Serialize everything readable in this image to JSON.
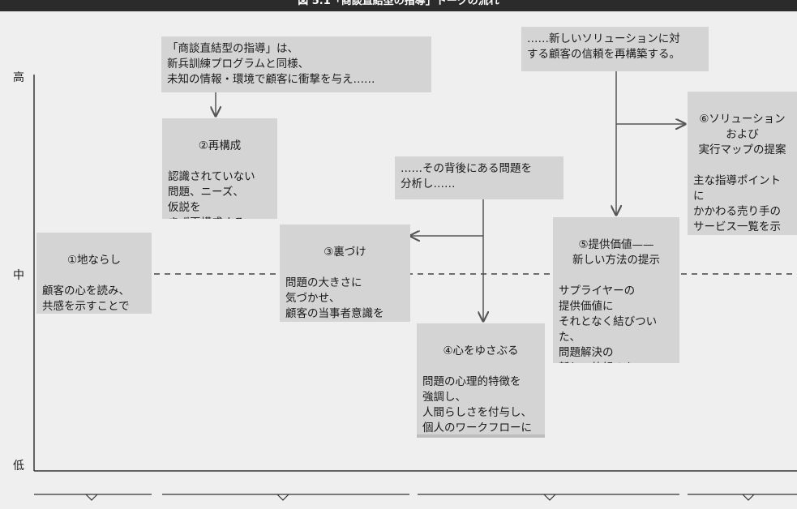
{
  "title": "図 5.1「商談直結型の指導」トークの流れ",
  "axis": {
    "high": "高",
    "mid": "中",
    "low": "低"
  },
  "notes": {
    "intro": "「商談直結型の指導」は、\n新兵訓練プログラムと同様、\n未知の情報・環境で顧客に衝撃を与え……",
    "rebuild_trust": "……新しいソリューションに対\nする顧客の信頼を再構築する。",
    "analyze": "……その背後にある問題を\n分析し……"
  },
  "steps": [
    {
      "heading": "①地ならし",
      "body": "顧客の心を読み、\n共感を示すことで\n信頼を築く"
    },
    {
      "heading": "②再構成",
      "body": "認識されていない\n問題、ニーズ、\n仮説を\nまず再構成する"
    },
    {
      "heading": "③裏づけ",
      "body": "問題の大きさに\n気づかせ、\n顧客の当事者意識を\n徐々に高める"
    },
    {
      "heading": "④心をゆさぶる",
      "body": "問題の心理的特徴を\n強調し、\n人間らしさを付与し、\n個人のワークフローに\n影響を及ぼす"
    },
    {
      "heading": "⑤提供価値——\n新しい方法の提示",
      "body": "サプライヤーの\n提供価値に\nそれとなく結びついた、\n問題解決の\n新しい枠組みを\n提示する"
    },
    {
      "heading": "⑥ソリューション\nおよび\n実行マップの提案",
      "body": "主な指導ポイントに\nかかわる売り手の\nサービス一覧を示し\n実行への手順を\n強調する"
    }
  ],
  "colors": {
    "box": "#d4d4d4",
    "line": "#555555",
    "title_bg": "#2b2b2b"
  }
}
